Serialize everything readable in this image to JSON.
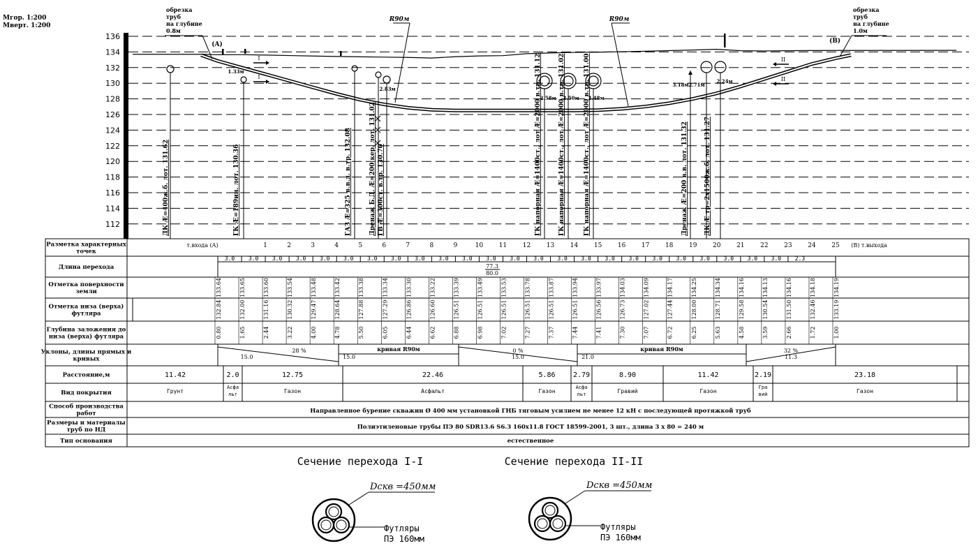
{
  "scales": {
    "horizontal": "Мгор. 1:200",
    "vertical": "Мверт. 1:200"
  },
  "elevation_ticks": [
    "136",
    "134",
    "132",
    "130",
    "128",
    "126",
    "124",
    "122",
    "120",
    "118",
    "116",
    "114",
    "112"
  ],
  "notes": {
    "cut_left": [
      "обрезка",
      "труб",
      "на глубине",
      "0.8м"
    ],
    "cut_right": [
      "обрезка",
      "труб",
      "на глубине",
      "1.0м"
    ],
    "point_a": "(A)",
    "point_b": "(B)",
    "radius_1": "R90м",
    "radius_2": "R90м",
    "section_1": "I",
    "section_2": "II"
  },
  "clearances": [
    "1.33м",
    "2.83м",
    "2.58м",
    "2.50м",
    "2.48м",
    "3.18м",
    "2.71м",
    "2.24м"
  ],
  "utilities": [
    "ДК Æ=400ж.б. лот. 131.62",
    "ГК Æ=189ин. лот. 130.36",
    "ГАЗ Æ=325 в.в.д. в.тр. 132.08",
    "Дренаж Б.Д. Æ=200 кер. лот. 131.02",
    "ГВ Æ=300ст. в.тр. 130.70",
    "ГК напорная Æ=1400ст., лот Æ=2000 в.тр. 131.12",
    "ГК напорная Æ=1400ст., лот Æ=2000 в.тр. 131.02",
    "ГК напорная Æ=1400ст., лот Æ=2000 в.тр. 131.00",
    "Дренаж Æ=200 в.в. лот. 131.32",
    "ДК Æ тр=2х1500ж.б. лот. 131.27"
  ],
  "table": {
    "row_labels": [
      "Разметка характерных точек",
      "Длина перехода",
      "Отметка поверхности земли",
      "Отметка низа (верха) футляра",
      "Глубина заложения до низа (верха) футляра",
      "Уклоны, длины прямых и кривых",
      "Расстояние,м",
      "Вид покрытия",
      "Способ производства работ",
      "Размеры и материалы труб по НД",
      "Тип основания"
    ],
    "entry_label": "т.входа (A)",
    "exit_label": "(B) т.выхода",
    "point_numbers": [
      "1",
      "2",
      "3",
      "4",
      "5",
      "6",
      "7",
      "8",
      "9",
      "10",
      "11",
      "12",
      "13",
      "14",
      "15",
      "16",
      "17",
      "18",
      "19",
      "20",
      "21",
      "22",
      "23",
      "24",
      "25"
    ],
    "spacing": [
      "3.0",
      "3.0",
      "3.0",
      "3.0",
      "3.0",
      "3.0",
      "3.0",
      "3.0",
      "3.0",
      "3.0",
      "3.0",
      "3.0",
      "3.0",
      "3.0",
      "3.0",
      "3.0",
      "3.0",
      "3.0",
      "3.0",
      "3.0",
      "3.0",
      "3.0",
      "3.0",
      "3.0",
      "2.3"
    ],
    "crossing_length": "77.3",
    "crossing_total": "80.0",
    "ground": [
      "133.64",
      "133.65",
      "133.60",
      "133.54",
      "133.48",
      "133.42",
      "133.38",
      "133.34",
      "133.30",
      "133.22",
      "133.39",
      "133.49",
      "133.53",
      "133.78",
      "133.87",
      "133.94",
      "133.97",
      "134.03",
      "134.09",
      "134.17",
      "134.25",
      "134.34",
      "134.16",
      "134.13",
      "134.16",
      "134.18",
      "134.19"
    ],
    "casing": [
      "132.84",
      "132.00",
      "131.16",
      "130.32",
      "129.47",
      "128.64",
      "127.88",
      "127.29",
      "126.86",
      "126.60",
      "126.51",
      "126.51",
      "126.51",
      "126.51",
      "126.51",
      "126.51",
      "126.56",
      "126.73",
      "127.02",
      "127.44",
      "128.00",
      "128.71",
      "129.58",
      "130.54",
      "131.50",
      "132.46",
      "133.19"
    ],
    "depth": [
      "0.80",
      "1.65",
      "2.44",
      "3.22",
      "4.00",
      "4.78",
      "5.50",
      "6.05",
      "6.44",
      "6.62",
      "6.88",
      "6.98",
      "7.02",
      "7.27",
      "7.37",
      "7.44",
      "7.41",
      "7.30",
      "7.07",
      "6.72",
      "6.25",
      "5.63",
      "4.58",
      "3.59",
      "2.66",
      "1.72",
      "1.00"
    ],
    "slopes": [
      {
        "kind": "slope",
        "text": "28 %",
        "length": "15.0"
      },
      {
        "kind": "curve",
        "text": "кривая R90м",
        "length": "15.0"
      },
      {
        "kind": "slope",
        "text": "0 %",
        "length": "15.0"
      },
      {
        "kind": "curve",
        "text": "кривая R90м",
        "length": "21.0"
      },
      {
        "kind": "slope",
        "text": "32 %",
        "length": "11.3"
      }
    ],
    "distances": [
      "11.42",
      "2.0",
      "12.75",
      "22.46",
      "5.86",
      "2.79",
      "8.90",
      "11.42",
      "2.19",
      "23.18"
    ],
    "coverings": [
      "Грунт",
      "Асфальт",
      "Газон",
      "Асфальт",
      "Газон",
      "Асфальт",
      "Гравий",
      "Газон",
      "Гравий",
      "Газон"
    ],
    "method": "Направленное бурение скважин Ø 400 мм установкой ГНБ тяговым  усилием не менее 12 кН с последующей протяжкой труб",
    "pipes": "Полиэтиленовые трубы ПЭ 80  SDR13.6 S6.3 160х11.8 ГОСТ 18599-2001, 3 шт., длина 3 х 80 = 240 м",
    "base": "естественное"
  },
  "sections": [
    {
      "title": "Сечение перехода I-I",
      "dia": "Dскв =450мм",
      "casing_label": "Футляры",
      "casing_size": "ПЭ 160мм"
    },
    {
      "title": "Сечение перехода II-II",
      "dia": "Dскв =450мм",
      "casing_label": "Футляры",
      "casing_size": "ПЭ 160мм"
    }
  ]
}
